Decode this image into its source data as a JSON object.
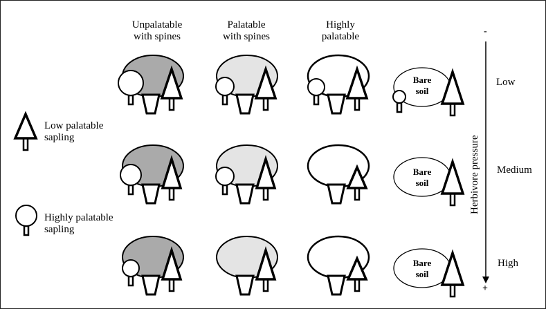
{
  "columns": [
    {
      "line1": "Unpalatable",
      "line2": "with spines",
      "shrub_fill": "#aaaaaa"
    },
    {
      "line1": "Palatable",
      "line2": "with spines",
      "shrub_fill": "#e4e4e4"
    },
    {
      "line1": "Highly",
      "line2": "palatable",
      "shrub_fill": "#ffffff"
    }
  ],
  "bare_soil": {
    "line1": "Bare",
    "line2": "soil"
  },
  "axis": {
    "title": "Herbivore pressure",
    "top_sign": "-",
    "bottom_sign": "+",
    "levels": [
      "Low",
      "Medium",
      "High"
    ]
  },
  "legend": {
    "triangle": {
      "line1": "Low palatable",
      "line2": "sapling"
    },
    "circle": {
      "line1": "Highly palatable",
      "line2": "sapling"
    }
  },
  "colors": {
    "stroke": "#000000",
    "dark_shrub": "#aaaaaa",
    "light_shrub": "#e4e4e4"
  }
}
